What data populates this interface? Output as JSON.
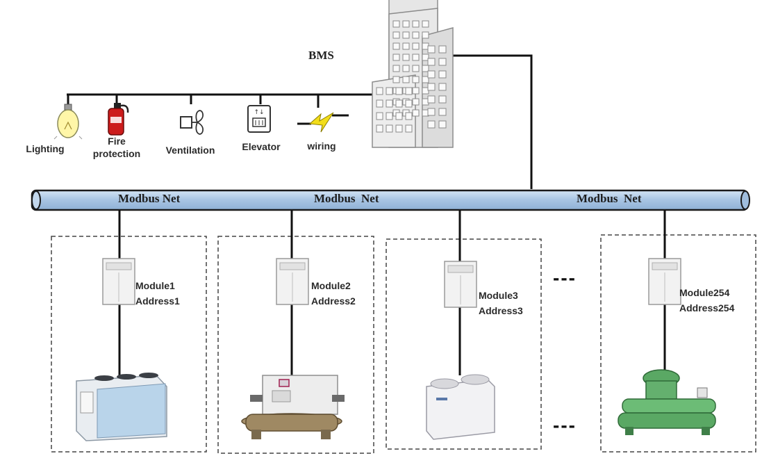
{
  "bms": {
    "label": "BMS"
  },
  "devices": [
    {
      "icon": "lightbulb-icon",
      "label": "Lighting"
    },
    {
      "icon": "fire-extinguisher-icon",
      "label": "Fire protection"
    },
    {
      "icon": "ventilation-fan-icon",
      "label": "Ventilation"
    },
    {
      "icon": "elevator-icon",
      "label": "Elevator"
    },
    {
      "icon": "lightning-bolt-icon",
      "label": "wiring"
    }
  ],
  "network": {
    "labels": [
      "Modbus Net",
      "Modbus  Net",
      "Modbus  Net"
    ],
    "color": "#aac6e4"
  },
  "modules": [
    {
      "name": "Module1",
      "address": "Address1",
      "unit_icon": "air-cooled-chiller-icon"
    },
    {
      "name": "Module2",
      "address": "Address2",
      "unit_icon": "water-cooled-chiller-icon"
    },
    {
      "name": "Module3",
      "address": "Address3",
      "unit_icon": "outdoor-unit-icon"
    },
    {
      "name": "Module254",
      "address": "Address254",
      "unit_icon": "centrifugal-chiller-icon"
    }
  ],
  "ellipsis": [
    "---",
    "---"
  ]
}
